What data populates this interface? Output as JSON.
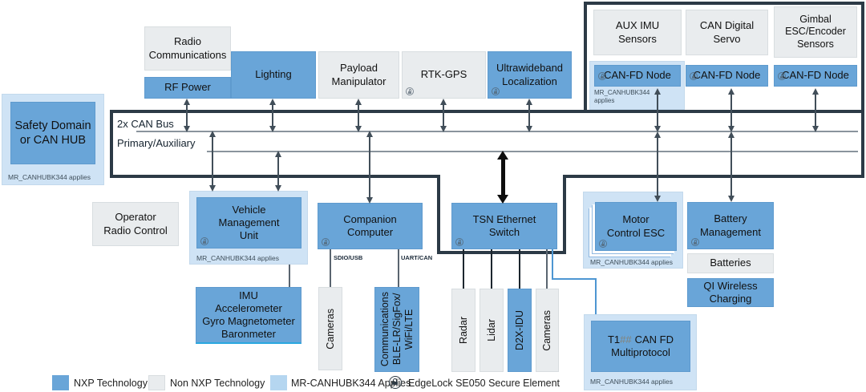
{
  "colors": {
    "nxp_blue": "#69A5D8",
    "non_nxp_gray": "#E9ECEE",
    "mr_lightblue": "#CFE3F5",
    "chassis_outline": "#2C3A46",
    "bus_line": "#8A949D",
    "arrow": "#414E59",
    "ethernet_blue": "#4D96D2"
  },
  "bus": {
    "label1": "2x CAN Bus",
    "label2": "Primary/Auxiliary"
  },
  "notes": {
    "mr_canhubk344": "MR_CANHUBK344 applies",
    "mr_canhubk344_wrapped": "MR_CANHUBK344\napplies"
  },
  "boxes": {
    "safety_domain": "Safety Domain\nor CAN HUB",
    "radio_communications": "Radio\nCommunications",
    "rf_power": "RF Power",
    "lighting": "Lighting",
    "payload_manipulator": "Payload\nManipulator",
    "rtk_gps": "RTK-GPS",
    "ultrawideband": "Ultrawideband\nLocalization",
    "aux_imu": "AUX IMU\nSensors",
    "can_digital_servo": "CAN Digital\nServo",
    "gimbal": "Gimbal\nESC/Encoder\nSensors",
    "can_fd_node": "CAN-FD Node",
    "operator_radio": "Operator\nRadio Control",
    "vmu": "Vehicle\nManagement\nUnit",
    "companion": "Companion\nComputer",
    "tsn": "TSN Ethernet\nSwitch",
    "motor": "Motor\nControl ESC",
    "battery_management": "Battery\nManagement",
    "batteries": "Batteries",
    "qi": "QI Wireless\nCharging",
    "imu": "IMU\nAccelerometer\nGyro Magnetometer\nBaronmeter",
    "cameras": "Cameras",
    "communications": "Communications\nBLE-LR/SigFox/\nWiFi/LTE",
    "radar": "Radar",
    "lidar": "Lidar",
    "d2x_idu": "D2X-IDU",
    "t1_line1_a": "T1",
    "t1_hash": "##",
    "t1_line1_b": "CAN FD",
    "t1_line2": "Multiprotocol"
  },
  "ports": {
    "sdio_usb": "SDIO/USB",
    "uart_can": "UART/CAN"
  },
  "legend": {
    "nxp": "NXP Technology",
    "non_nxp": "Non NXP Technology",
    "mr_applies": "MR-CANHUBK344 Applies",
    "edgelock": "EdgeLock SE050 Secure Element"
  }
}
